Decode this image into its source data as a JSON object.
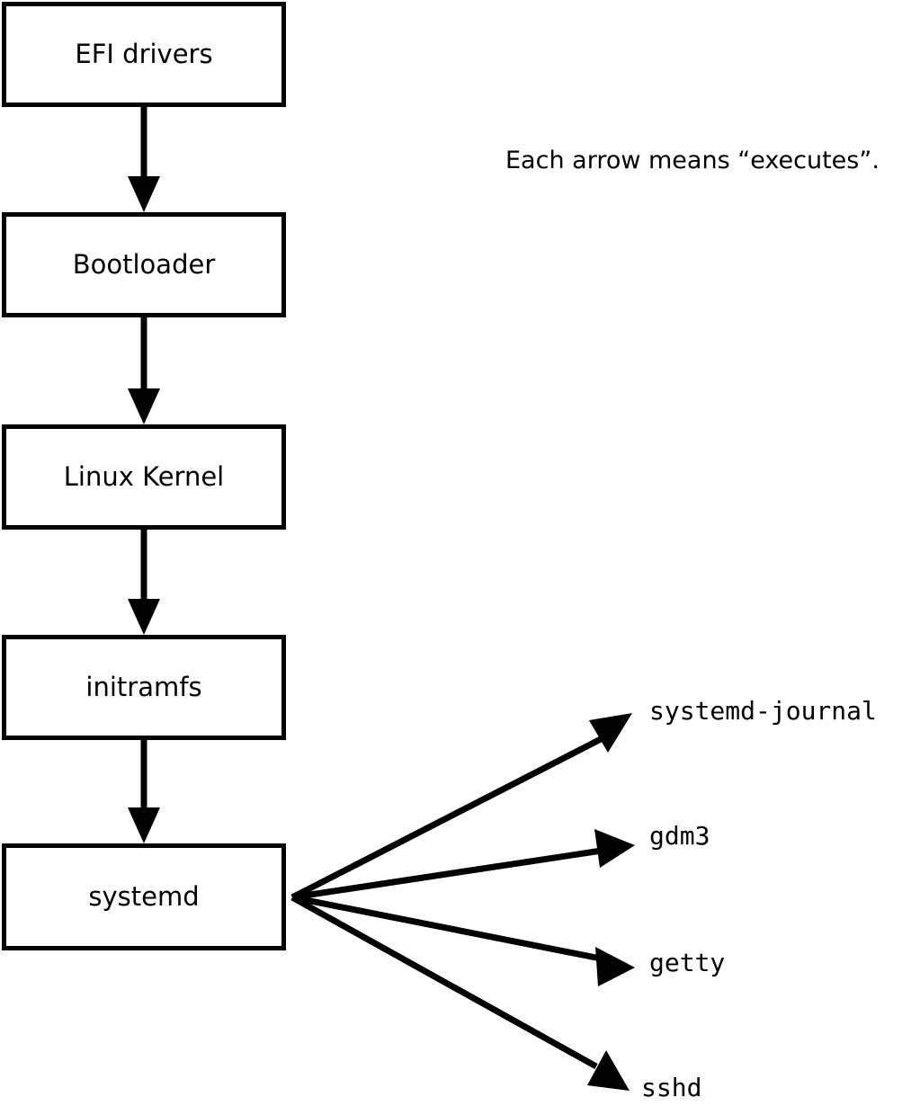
{
  "diagram": {
    "legend": {
      "text": "Each arrow means “executes”."
    },
    "boot_chain": [
      {
        "label": "EFI drivers"
      },
      {
        "label": "Bootloader"
      },
      {
        "label": "Linux Kernel"
      },
      {
        "label": "initramfs"
      },
      {
        "label": "systemd"
      }
    ],
    "services": [
      {
        "label": "systemd-journal"
      },
      {
        "label": "gdm3"
      },
      {
        "label": "getty"
      },
      {
        "label": "sshd"
      }
    ],
    "colors": {
      "stroke": "#000000",
      "fill": "#ffffff",
      "text": "#000000"
    }
  }
}
